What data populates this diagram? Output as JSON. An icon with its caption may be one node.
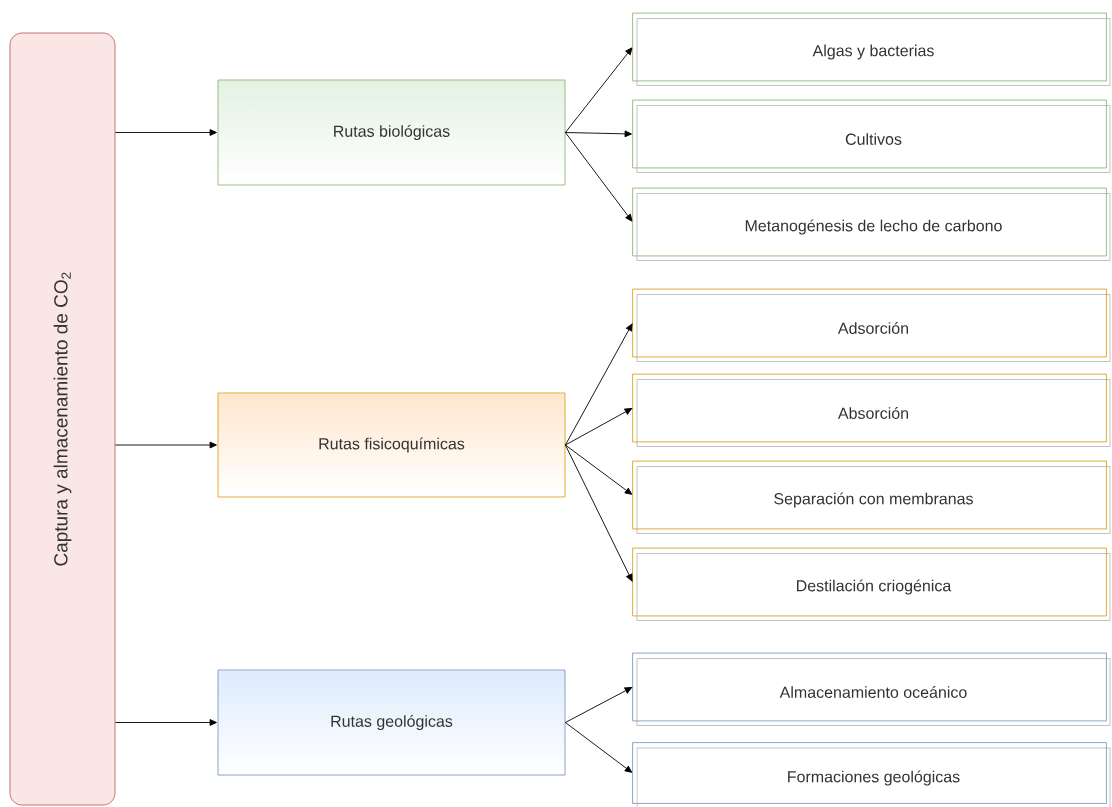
{
  "diagram": {
    "nodes": [
      {
        "text": [
          "Captura y almacenamiento de CO$_{2}$"
        ]
      },
      {
        "text": [
          "Rutas biológicas"
        ]
      },
      {
        "text": [
          "Rutas fisicoquímicas"
        ]
      },
      {
        "text": [
          "Rutas geológicas"
        ]
      },
      {
        "text": [
          "Algas y bacterias"
        ]
      },
      {
        "text": [
          "Cultivos"
        ]
      },
      {
        "text": [
          "Metanogénesis de lecho de carbono"
        ]
      },
      {
        "text": [
          "Adsorción"
        ]
      },
      {
        "text": [
          "Absorción"
        ]
      },
      {
        "text": [
          "Separación con membranas"
        ]
      },
      {
        "text": [
          "Destilación criogénica"
        ]
      },
      {
        "text": [
          "Almacenamiento oceánico"
        ]
      },
      {
        "text": [
          "Formaciones geológicas"
        ]
      }
    ],
    "edges": [
      {
        "from": 0,
        "to": 1,
        "arrow": "to"
      },
      {
        "from": 0,
        "to": 2,
        "arrow": "to"
      },
      {
        "from": 0,
        "to": 3,
        "arrow": "to"
      },
      {
        "from": 1,
        "to": 4,
        "arrow": "to"
      },
      {
        "from": 1,
        "to": 5,
        "arrow": "to"
      },
      {
        "from": 1,
        "to": 6,
        "arrow": "to"
      },
      {
        "from": 2,
        "to": 7,
        "arrow": "to"
      },
      {
        "from": 2,
        "to": 8,
        "arrow": "to"
      },
      {
        "from": 2,
        "to": 9,
        "arrow": "to"
      },
      {
        "from": 2,
        "to": 10,
        "arrow": "to"
      },
      {
        "from": 3,
        "to": 11,
        "arrow": "to"
      },
      {
        "from": 3,
        "to": 12,
        "arrow": "to"
      }
    ]
  }
}
